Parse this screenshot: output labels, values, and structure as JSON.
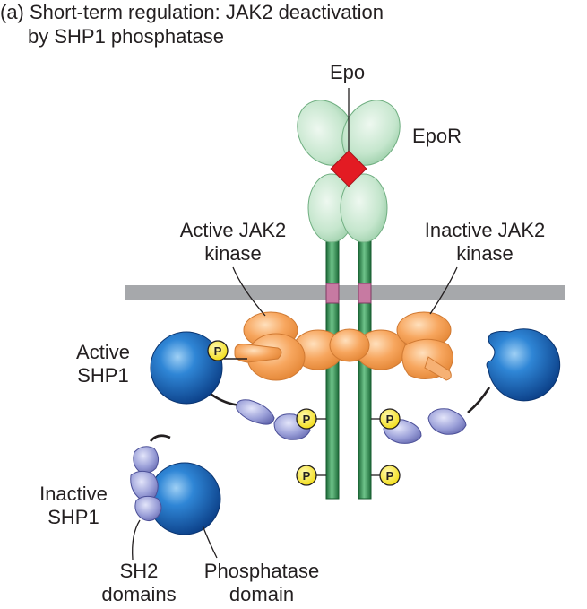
{
  "title": {
    "line1": "(a)  Short-term regulation: JAK2 deactivation",
    "line2": "by SHP1 phosphatase"
  },
  "labels": {
    "epo": "Epo",
    "epor": "EpoR",
    "active_jak2_line1": "Active JAK2",
    "active_jak2_line2": "kinase",
    "inactive_jak2_line1": "Inactive JAK2",
    "inactive_jak2_line2": "kinase",
    "active_shp1_line1": "Active",
    "active_shp1_line2": "SHP1",
    "inactive_shp1_line1": "Inactive",
    "inactive_shp1_line2": "SHP1",
    "sh2_line1": "SH2",
    "sh2_line2": "domains",
    "phosphatase_line1": "Phosphatase",
    "phosphatase_line2": "domain",
    "phospho": "P"
  },
  "colors": {
    "receptor_green": "#2e8a4c",
    "receptor_extracellular": "#c8e8cf",
    "epo_red": "#e31b23",
    "membrane_gray": "#a6a8ab",
    "tm_pink": "#c77aa2",
    "jak2_orange": "#f5a25d",
    "shp1_blue": "#1f6fbf",
    "sh2_lavender": "#8f93cf",
    "phospho_yellow": "#f7e81c"
  }
}
